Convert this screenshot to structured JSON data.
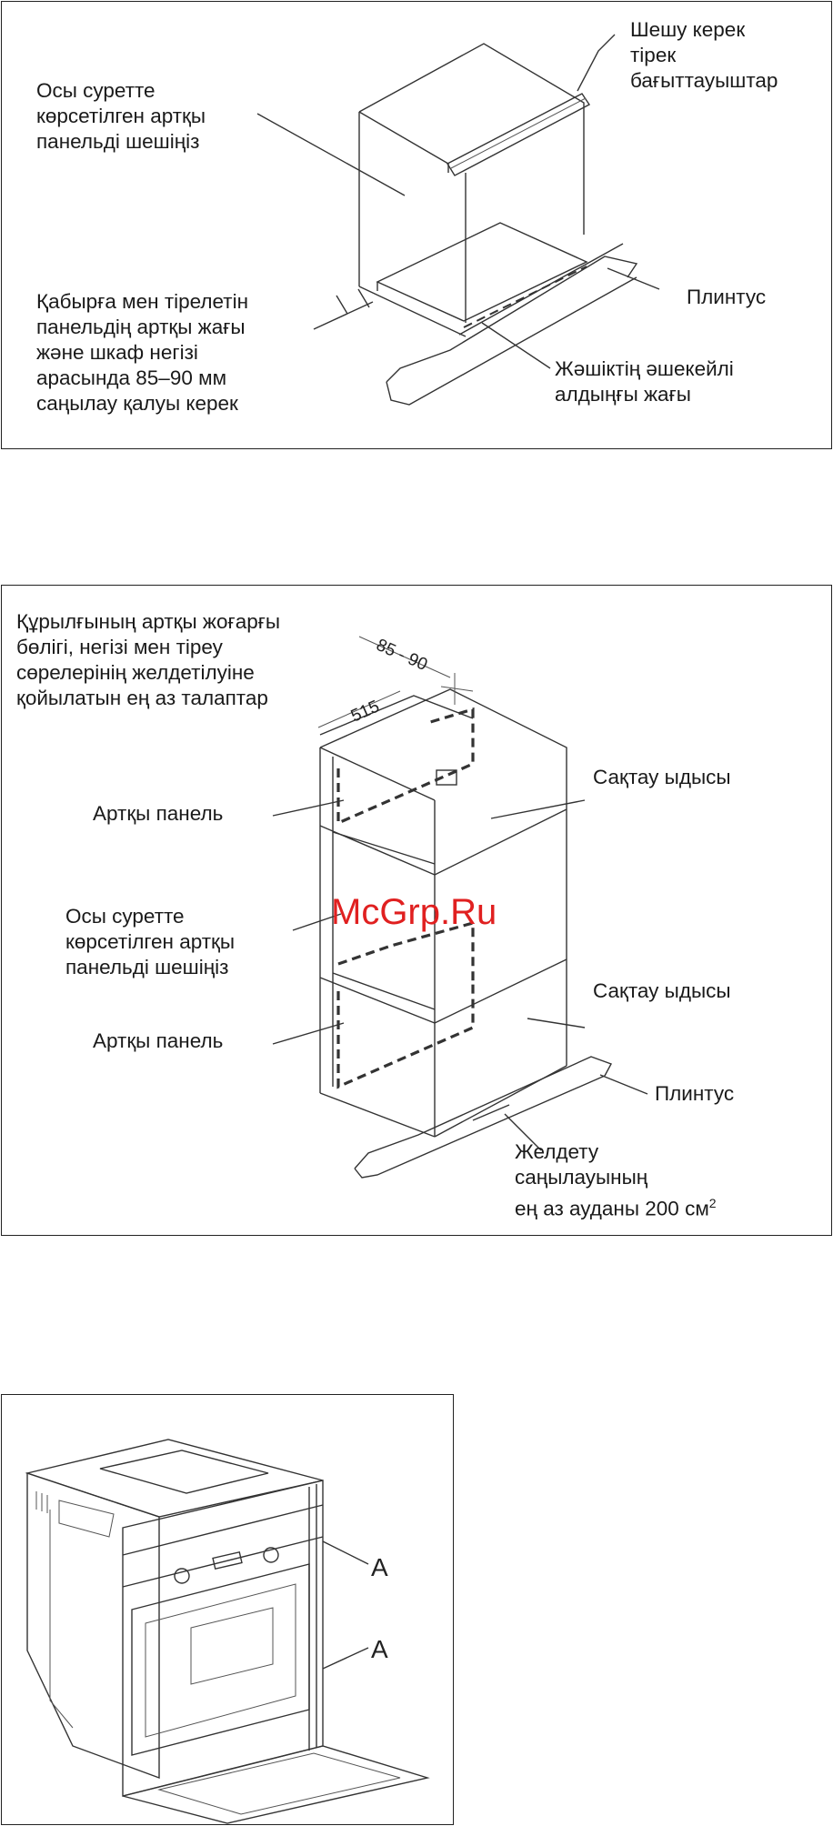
{
  "figure1": {
    "remove_back_panel": "Осы суретте\nкөрсетілген артқы\nпанельді шешіңіз",
    "remove_guides": "Шешу керек\nтірек\nбағыттауыштар",
    "plinth": "Плинтус",
    "gap_note": "Қабырға мен тірелетін\nпанельдің артқы жағы\nжәне шкаф негізі\nарасында 85–90 мм\nсаңылау қалуы керек",
    "drawer_front": "Жәшіктің әшекейлі\nалдыңғы жағы"
  },
  "figure2": {
    "requirements": "Құрылғының артқы жоғарғы\nбөлігі, негізі мен тіреу\nсөрелерінің желдетілуіне\nқойылатын ең аз талаптар",
    "dim_depth": "85 - 90",
    "dim_width": "515",
    "storage_top": "Сақтау ыдысы",
    "back_panel_top": "Артқы панель",
    "remove_back_panel": "Осы суретте\nкөрсетілген артқы\nпанельді шешіңіз",
    "watermark": "McGrp.Ru",
    "storage_bottom": "Сақтау ыдысы",
    "back_panel_bottom": "Артқы панель",
    "plinth": "Плинтус",
    "vent_area": "Желдету\nсаңылауының\nең аз ауданы 200 см",
    "vent_sup": "2"
  },
  "figure3": {
    "label_a_top": "A",
    "label_a_bottom": "A"
  }
}
